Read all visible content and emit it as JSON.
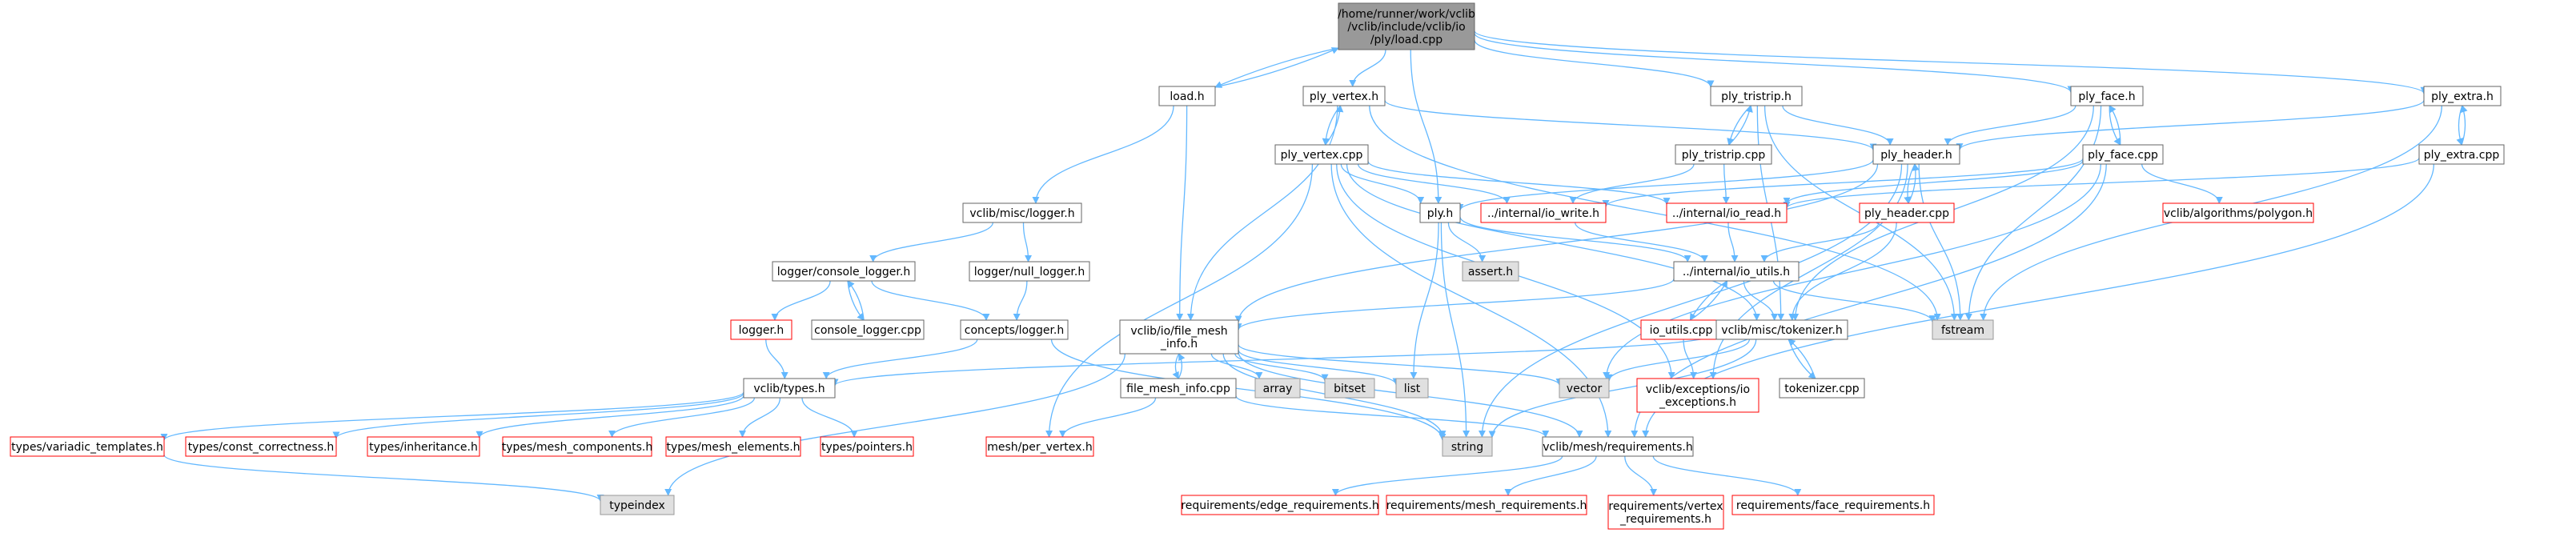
{
  "colors": {
    "edge": "#63b8ff",
    "border_black": "#666666",
    "border_red": "#ff0000",
    "border_gray": "#999999",
    "fill_white": "#ffffff",
    "fill_gray": "#e0e0e0",
    "fill_root": "#999999"
  },
  "nodes": [
    {
      "id": "load_cpp",
      "lines": [
        "/home/runner/work/vclib",
        "/vclib/include/vclib/io",
        "/ply/load.cpp"
      ],
      "style": "root"
    },
    {
      "id": "load_h",
      "lines": [
        "load.h"
      ],
      "style": "black"
    },
    {
      "id": "ply_vertex_h",
      "lines": [
        "ply_vertex.h"
      ],
      "style": "black"
    },
    {
      "id": "ply_tristrip_h",
      "lines": [
        "ply_tristrip.h"
      ],
      "style": "black"
    },
    {
      "id": "ply_face_h",
      "lines": [
        "ply_face.h"
      ],
      "style": "black"
    },
    {
      "id": "ply_extra_h",
      "lines": [
        "ply_extra.h"
      ],
      "style": "black"
    },
    {
      "id": "ply_vertex_cpp",
      "lines": [
        "ply_vertex.cpp"
      ],
      "style": "black"
    },
    {
      "id": "ply_tristrip_cpp",
      "lines": [
        "ply_tristrip.cpp"
      ],
      "style": "black"
    },
    {
      "id": "ply_header_h",
      "lines": [
        "ply_header.h"
      ],
      "style": "black"
    },
    {
      "id": "ply_face_cpp",
      "lines": [
        "ply_face.cpp"
      ],
      "style": "black"
    },
    {
      "id": "ply_extra_cpp",
      "lines": [
        "ply_extra.cpp"
      ],
      "style": "black"
    },
    {
      "id": "logger_h_misc",
      "lines": [
        "vclib/misc/logger.h"
      ],
      "style": "black"
    },
    {
      "id": "ply_h",
      "lines": [
        "ply.h"
      ],
      "style": "black"
    },
    {
      "id": "io_write_h",
      "lines": [
        "../internal/io_write.h"
      ],
      "style": "red"
    },
    {
      "id": "io_read_h",
      "lines": [
        "../internal/io_read.h"
      ],
      "style": "red"
    },
    {
      "id": "ply_header_cpp",
      "lines": [
        "ply_header.cpp"
      ],
      "style": "red"
    },
    {
      "id": "polygon_h",
      "lines": [
        "vclib/algorithms/polygon.h"
      ],
      "style": "red"
    },
    {
      "id": "console_logger_h",
      "lines": [
        "logger/console_logger.h"
      ],
      "style": "black"
    },
    {
      "id": "null_logger_h",
      "lines": [
        "logger/null_logger.h"
      ],
      "style": "black"
    },
    {
      "id": "assert_h",
      "lines": [
        "assert.h"
      ],
      "style": "gray"
    },
    {
      "id": "io_utils_h",
      "lines": [
        "../internal/io_utils.h"
      ],
      "style": "black"
    },
    {
      "id": "logger_h_red",
      "lines": [
        "logger.h"
      ],
      "style": "red"
    },
    {
      "id": "console_logger_cpp",
      "lines": [
        "console_logger.cpp"
      ],
      "style": "black"
    },
    {
      "id": "concepts_logger_h",
      "lines": [
        "concepts/logger.h"
      ],
      "style": "black"
    },
    {
      "id": "file_mesh_info_h",
      "lines": [
        "vclib/io/file_mesh",
        "_info.h"
      ],
      "style": "black"
    },
    {
      "id": "io_utils_cpp",
      "lines": [
        "io_utils.cpp"
      ],
      "style": "red"
    },
    {
      "id": "tokenizer_h",
      "lines": [
        "vclib/misc/tokenizer.h"
      ],
      "style": "black"
    },
    {
      "id": "fstream",
      "lines": [
        "fstream"
      ],
      "style": "gray"
    },
    {
      "id": "types_h",
      "lines": [
        "vclib/types.h"
      ],
      "style": "black"
    },
    {
      "id": "array",
      "lines": [
        "array"
      ],
      "style": "gray"
    },
    {
      "id": "bitset",
      "lines": [
        "bitset"
      ],
      "style": "gray"
    },
    {
      "id": "list",
      "lines": [
        "list"
      ],
      "style": "gray"
    },
    {
      "id": "vector",
      "lines": [
        "vector"
      ],
      "style": "gray"
    },
    {
      "id": "exceptions_h",
      "lines": [
        "vclib/exceptions/io",
        "_exceptions.h"
      ],
      "style": "red"
    },
    {
      "id": "tokenizer_cpp",
      "lines": [
        "tokenizer.cpp"
      ],
      "style": "black"
    },
    {
      "id": "file_mesh_info_cpp",
      "lines": [
        "file_mesh_info.cpp"
      ],
      "style": "black"
    },
    {
      "id": "variadic_templates_h",
      "lines": [
        "types/variadic_templates.h"
      ],
      "style": "red"
    },
    {
      "id": "const_correctness_h",
      "lines": [
        "types/const_correctness.h"
      ],
      "style": "red"
    },
    {
      "id": "inheritance_h",
      "lines": [
        "types/inheritance.h"
      ],
      "style": "red"
    },
    {
      "id": "mesh_components_h",
      "lines": [
        "types/mesh_components.h"
      ],
      "style": "red"
    },
    {
      "id": "mesh_elements_h",
      "lines": [
        "types/mesh_elements.h"
      ],
      "style": "red"
    },
    {
      "id": "pointers_h",
      "lines": [
        "types/pointers.h"
      ],
      "style": "red"
    },
    {
      "id": "per_vertex_h",
      "lines": [
        "mesh/per_vertex.h"
      ],
      "style": "red"
    },
    {
      "id": "string",
      "lines": [
        "string"
      ],
      "style": "gray"
    },
    {
      "id": "requirements_h",
      "lines": [
        "vclib/mesh/requirements.h"
      ],
      "style": "black"
    },
    {
      "id": "typeindex",
      "lines": [
        "typeindex"
      ],
      "style": "gray"
    },
    {
      "id": "edge_req_h",
      "lines": [
        "requirements/edge_requirements.h"
      ],
      "style": "red"
    },
    {
      "id": "mesh_req_h",
      "lines": [
        "requirements/mesh_requirements.h"
      ],
      "style": "red"
    },
    {
      "id": "vertex_req_h",
      "lines": [
        "requirements/vertex",
        "_requirements.h"
      ],
      "style": "red"
    },
    {
      "id": "face_req_h",
      "lines": [
        "requirements/face_requirements.h"
      ],
      "style": "red"
    }
  ],
  "edges": [
    [
      "load_cpp",
      "load_h"
    ],
    [
      "load_cpp",
      "ply_vertex_h"
    ],
    [
      "load_cpp",
      "ply_tristrip_h"
    ],
    [
      "load_cpp",
      "ply_face_h"
    ],
    [
      "load_cpp",
      "ply_extra_h"
    ],
    [
      "load_cpp",
      "ply_h"
    ],
    [
      "load_h",
      "load_cpp"
    ],
    [
      "load_h",
      "logger_h_misc"
    ],
    [
      "load_h",
      "file_mesh_info_h"
    ],
    [
      "ply_vertex_h",
      "ply_vertex_cpp"
    ],
    [
      "ply_vertex_cpp",
      "ply_vertex_h"
    ],
    [
      "ply_vertex_h",
      "ply_header_h"
    ],
    [
      "ply_vertex_h",
      "file_mesh_info_h"
    ],
    [
      "ply_vertex_h",
      "fstream"
    ],
    [
      "ply_tristrip_h",
      "ply_tristrip_cpp"
    ],
    [
      "ply_tristrip_cpp",
      "ply_tristrip_h"
    ],
    [
      "ply_tristrip_h",
      "ply_header_h"
    ],
    [
      "ply_tristrip_h",
      "tokenizer_h"
    ],
    [
      "ply_tristrip_h",
      "fstream"
    ],
    [
      "ply_face_h",
      "ply_face_cpp"
    ],
    [
      "ply_face_cpp",
      "ply_face_h"
    ],
    [
      "ply_face_h",
      "ply_header_h"
    ],
    [
      "ply_face_h",
      "tokenizer_h"
    ],
    [
      "ply_face_h",
      "fstream"
    ],
    [
      "ply_extra_h",
      "ply_extra_cpp"
    ],
    [
      "ply_extra_cpp",
      "ply_extra_h"
    ],
    [
      "ply_extra_h",
      "ply_header_h"
    ],
    [
      "ply_extra_h",
      "fstream"
    ],
    [
      "ply_vertex_cpp",
      "ply_h"
    ],
    [
      "ply_vertex_cpp",
      "io_write_h"
    ],
    [
      "ply_vertex_cpp",
      "io_read_h"
    ],
    [
      "ply_vertex_cpp",
      "per_vertex_h"
    ],
    [
      "ply_vertex_cpp",
      "requirements_h"
    ],
    [
      "ply_vertex_cpp",
      "exceptions_h"
    ],
    [
      "ply_vertex_cpp",
      "tokenizer_h"
    ],
    [
      "ply_tristrip_cpp",
      "io_write_h"
    ],
    [
      "ply_tristrip_cpp",
      "io_read_h"
    ],
    [
      "ply_header_h",
      "ply_header_cpp"
    ],
    [
      "ply_header_cpp",
      "ply_header_h"
    ],
    [
      "ply_header_h",
      "ply_h"
    ],
    [
      "ply_header_h",
      "file_mesh_info_h"
    ],
    [
      "ply_header_h",
      "fstream"
    ],
    [
      "ply_header_h",
      "string"
    ],
    [
      "ply_header_h",
      "exceptions_h"
    ],
    [
      "ply_face_cpp",
      "io_write_h"
    ],
    [
      "ply_face_cpp",
      "io_read_h"
    ],
    [
      "ply_face_cpp",
      "polygon_h"
    ],
    [
      "ply_face_cpp",
      "requirements_h"
    ],
    [
      "ply_face_cpp",
      "vector"
    ],
    [
      "ply_extra_cpp",
      "io_read_h"
    ],
    [
      "ply_extra_cpp",
      "requirements_h"
    ],
    [
      "logger_h_misc",
      "console_logger_h"
    ],
    [
      "logger_h_misc",
      "null_logger_h"
    ],
    [
      "ply_h",
      "assert_h"
    ],
    [
      "ply_h",
      "io_utils_h"
    ],
    [
      "ply_h",
      "list"
    ],
    [
      "ply_h",
      "string"
    ],
    [
      "io_write_h",
      "io_utils_h"
    ],
    [
      "io_read_h",
      "io_utils_h"
    ],
    [
      "ply_header_cpp",
      "io_utils_h"
    ],
    [
      "ply_header_cpp",
      "tokenizer_h"
    ],
    [
      "console_logger_h",
      "logger_h_red"
    ],
    [
      "console_logger_h",
      "console_logger_cpp"
    ],
    [
      "console_logger_cpp",
      "console_logger_h"
    ],
    [
      "console_logger_h",
      "concepts_logger_h"
    ],
    [
      "null_logger_h",
      "concepts_logger_h"
    ],
    [
      "io_utils_h",
      "io_utils_cpp"
    ],
    [
      "io_utils_cpp",
      "io_utils_h"
    ],
    [
      "io_utils_h",
      "file_mesh_info_h"
    ],
    [
      "io_utils_h",
      "tokenizer_h"
    ],
    [
      "io_utils_h",
      "fstream"
    ],
    [
      "io_utils_cpp",
      "exceptions_h"
    ],
    [
      "logger_h_red",
      "types_h"
    ],
    [
      "concepts_logger_h",
      "types_h"
    ],
    [
      "concepts_logger_h",
      "string"
    ],
    [
      "file_mesh_info_h",
      "file_mesh_info_cpp"
    ],
    [
      "file_mesh_info_cpp",
      "file_mesh_info_h"
    ],
    [
      "file_mesh_info_h",
      "array"
    ],
    [
      "file_mesh_info_h",
      "bitset"
    ],
    [
      "file_mesh_info_h",
      "list"
    ],
    [
      "file_mesh_info_h",
      "string"
    ],
    [
      "file_mesh_info_h",
      "vector"
    ],
    [
      "file_mesh_info_h",
      "typeindex"
    ],
    [
      "file_mesh_info_h",
      "requirements_h"
    ],
    [
      "tokenizer_h",
      "tokenizer_cpp"
    ],
    [
      "tokenizer_cpp",
      "tokenizer_h"
    ],
    [
      "tokenizer_h",
      "types_h"
    ],
    [
      "tokenizer_h",
      "string"
    ],
    [
      "tokenizer_h",
      "vector"
    ],
    [
      "file_mesh_info_cpp",
      "per_vertex_h"
    ],
    [
      "file_mesh_info_cpp",
      "requirements_h"
    ],
    [
      "types_h",
      "variadic_templates_h"
    ],
    [
      "types_h",
      "const_correctness_h"
    ],
    [
      "types_h",
      "inheritance_h"
    ],
    [
      "types_h",
      "mesh_components_h"
    ],
    [
      "types_h",
      "mesh_elements_h"
    ],
    [
      "types_h",
      "pointers_h"
    ],
    [
      "variadic_templates_h",
      "typeindex"
    ],
    [
      "requirements_h",
      "edge_req_h"
    ],
    [
      "requirements_h",
      "mesh_req_h"
    ],
    [
      "requirements_h",
      "vertex_req_h"
    ],
    [
      "requirements_h",
      "face_req_h"
    ]
  ]
}
